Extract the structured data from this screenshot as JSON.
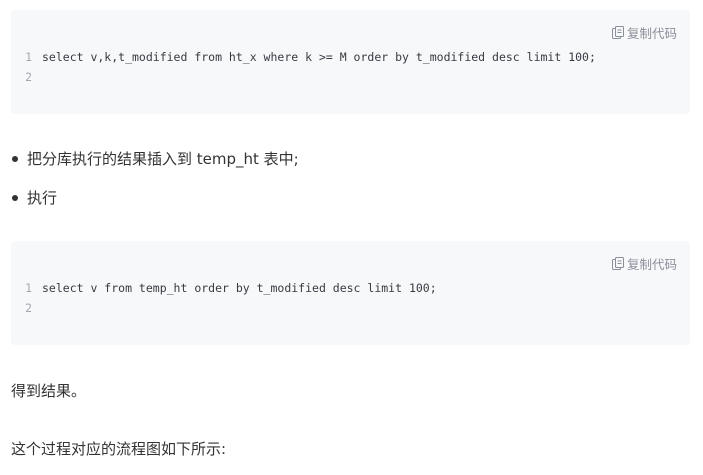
{
  "code_blocks": [
    {
      "copy_label": "复制代码",
      "lines": [
        {
          "no": "1",
          "code": "select v,k,t_modified from ht_x where k >= M order by t_modified desc limit 100;"
        },
        {
          "no": "2",
          "code": ""
        }
      ]
    },
    {
      "copy_label": "复制代码",
      "lines": [
        {
          "no": "1",
          "code": "select v from temp_ht order by t_modified desc limit 100;"
        },
        {
          "no": "2",
          "code": ""
        }
      ]
    }
  ],
  "bullets": [
    "把分库执行的结果插入到 temp_ht 表中;",
    "执行"
  ],
  "paragraphs": [
    "得到结果。",
    "这个过程对应的流程图如下所示:"
  ],
  "icons": {
    "copy": "copy-icon"
  },
  "colors": {
    "code_background": "#f7f8fa",
    "line_number": "#a3a8b0",
    "code_text": "#383a42",
    "body_text": "#333333",
    "copy_button": "#8a8f98"
  }
}
